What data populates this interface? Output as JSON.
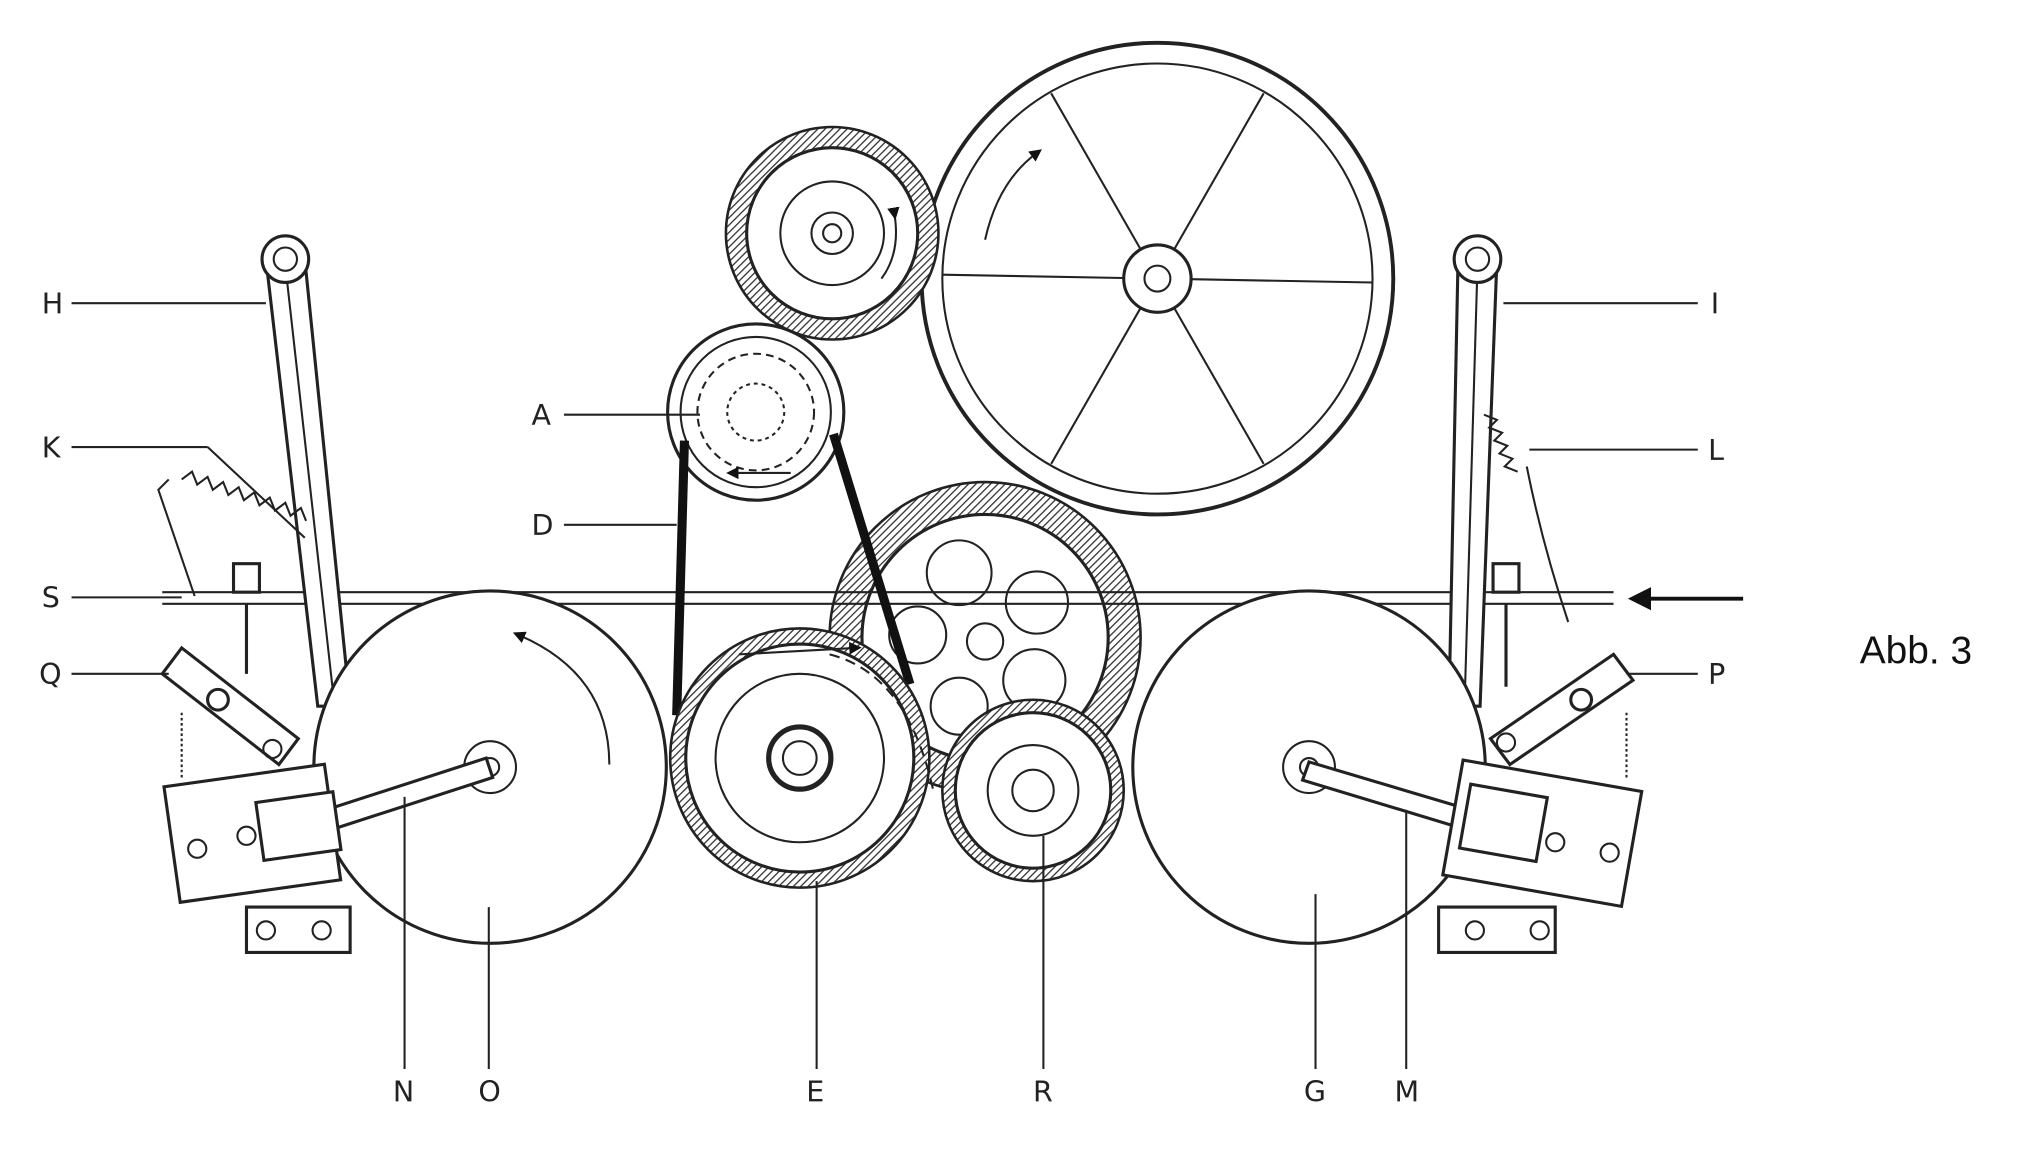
{
  "figure": {
    "caption": "Abb. 3",
    "labels": {
      "H": "H",
      "K": "K",
      "S": "S",
      "Q": "Q",
      "A": "A",
      "D": "D",
      "I": "I",
      "L": "L",
      "P": "P",
      "N": "N",
      "O": "O",
      "E": "E",
      "R": "R",
      "G": "G",
      "M": "M"
    }
  }
}
